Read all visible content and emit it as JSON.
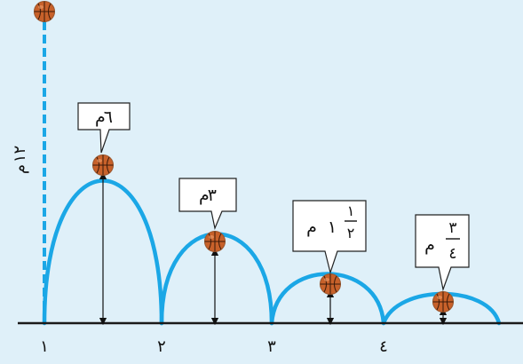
{
  "colors": {
    "background": "#dff0f9",
    "bounce_path": "#1ba7e6",
    "ground": "#1a1a1a",
    "ball": "#c8612a",
    "ball_seam": "#3a1a0a",
    "callout_fill": "#ffffff"
  },
  "icons": {
    "ball": "basketball-icon"
  },
  "drop_height_label": {
    "number": "١٢",
    "unit": "م"
  },
  "bounces": [
    {
      "height_text": "٦",
      "unit": "م",
      "fraction": null
    },
    {
      "height_text": "٣",
      "unit": "م",
      "fraction": null
    },
    {
      "height_text": "١",
      "unit": "م",
      "fraction": {
        "numerator": "١",
        "denominator": "٢"
      }
    },
    {
      "height_text": "",
      "unit": "م",
      "fraction": {
        "numerator": "٣",
        "denominator": "٤"
      }
    }
  ],
  "ground_labels": [
    "١",
    "٢",
    "٣",
    "٤"
  ]
}
